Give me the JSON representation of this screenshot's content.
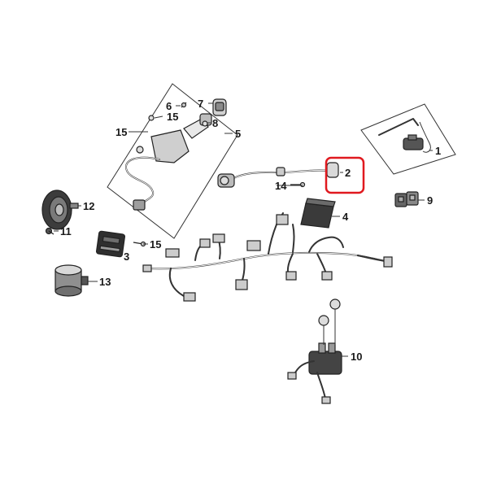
{
  "diagram": {
    "labels": {
      "p1": "1",
      "p2": "2",
      "p3": "3",
      "p4": "4",
      "p5": "5",
      "p6": "6",
      "p7": "7",
      "p8": "8",
      "p9": "9",
      "p10": "10",
      "p11": "11",
      "p12": "12",
      "p13": "13",
      "p14": "14",
      "p15a": "15",
      "p15b": "15",
      "p15c": "15"
    },
    "highlight": {
      "part": "2",
      "color": "#e0191f"
    }
  }
}
